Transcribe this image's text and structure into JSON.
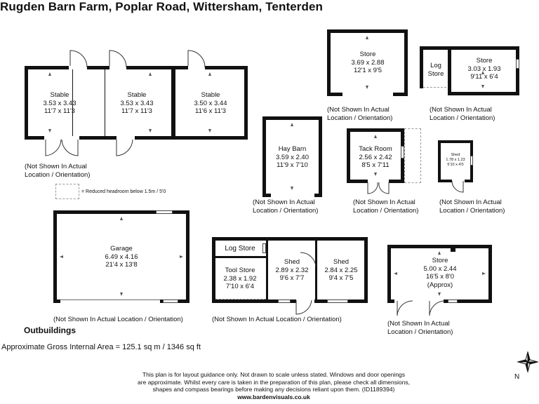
{
  "title": "Rugden Barn Farm, Poplar Road, Wittersham, Tenterden",
  "rooms": {
    "stable1": {
      "name": "Stable",
      "metric": "3.53 x 3.43",
      "imperial": "11'7 x 11'3"
    },
    "stable2": {
      "name": "Stable",
      "metric": "3.53 x 3.43",
      "imperial": "11'7 x 11'3"
    },
    "stable3": {
      "name": "Stable",
      "metric": "3.50 x 3.44",
      "imperial": "11'6 x 11'3"
    },
    "store1": {
      "name": "Store",
      "metric": "3.69 x 2.88",
      "imperial": "12'1 x 9'5"
    },
    "log_store_small": {
      "name1": "Log",
      "name2": "Store"
    },
    "store2": {
      "name": "Store",
      "metric": "3.03 x 1.93",
      "imperial": "9'11 x 6'4"
    },
    "hay_barn": {
      "name": "Hay Barn",
      "metric": "3.59 x 2.40",
      "imperial": "11'9 x 7'10"
    },
    "tack_room": {
      "name": "Tack Room",
      "metric": "2.56 x 2.42",
      "imperial": "8'5 x 7'11"
    },
    "shed_small": {
      "name": "Shed",
      "metric": "1.78 x 1.23",
      "imperial": "5'10 x 4'0"
    },
    "garage": {
      "name": "Garage",
      "metric": "6.49 x 4.16",
      "imperial": "21'4 x 13'8"
    },
    "log_store": {
      "name": "Log Store"
    },
    "tool_store": {
      "name": "Tool Store",
      "metric": "2.38 x 1.92",
      "imperial": "7'10 x 6'4"
    },
    "shed1": {
      "name": "Shed",
      "metric": "2.89 x 2.32",
      "imperial": "9'6 x 7'7"
    },
    "shed2": {
      "name": "Shed",
      "metric": "2.84 x 2.25",
      "imperial": "9'4 x 7'5"
    },
    "store3": {
      "name": "Store",
      "metric": "5.00 x 2.44",
      "imperial": "16'5 x 8'0",
      "note": "(Approx)"
    }
  },
  "notes": {
    "line1": "(Not Shown In Actual",
    "line2": "Location / Orientation)",
    "single": "(Not Shown In Actual Location / Orientation)"
  },
  "legend": "= Reduced headroom below 1.5m / 5'0",
  "section_label": "Outbuildings",
  "gross_area": "Approximate Gross Internal Area = 125.1 sq m / 1346 sq ft",
  "footer": {
    "line1": "This plan is for layout guidance only. Not drawn to scale unless stated. Windows and door openings",
    "line2": "are approximate. Whilst every care is taken in the preparation of this plan, please check all dimensions,",
    "line3": "shapes and compass bearings before making any decisions reliant upon them. (ID1189394)",
    "website": "www.bardenvisuals.co.uk"
  },
  "compass": {
    "label": "N"
  }
}
